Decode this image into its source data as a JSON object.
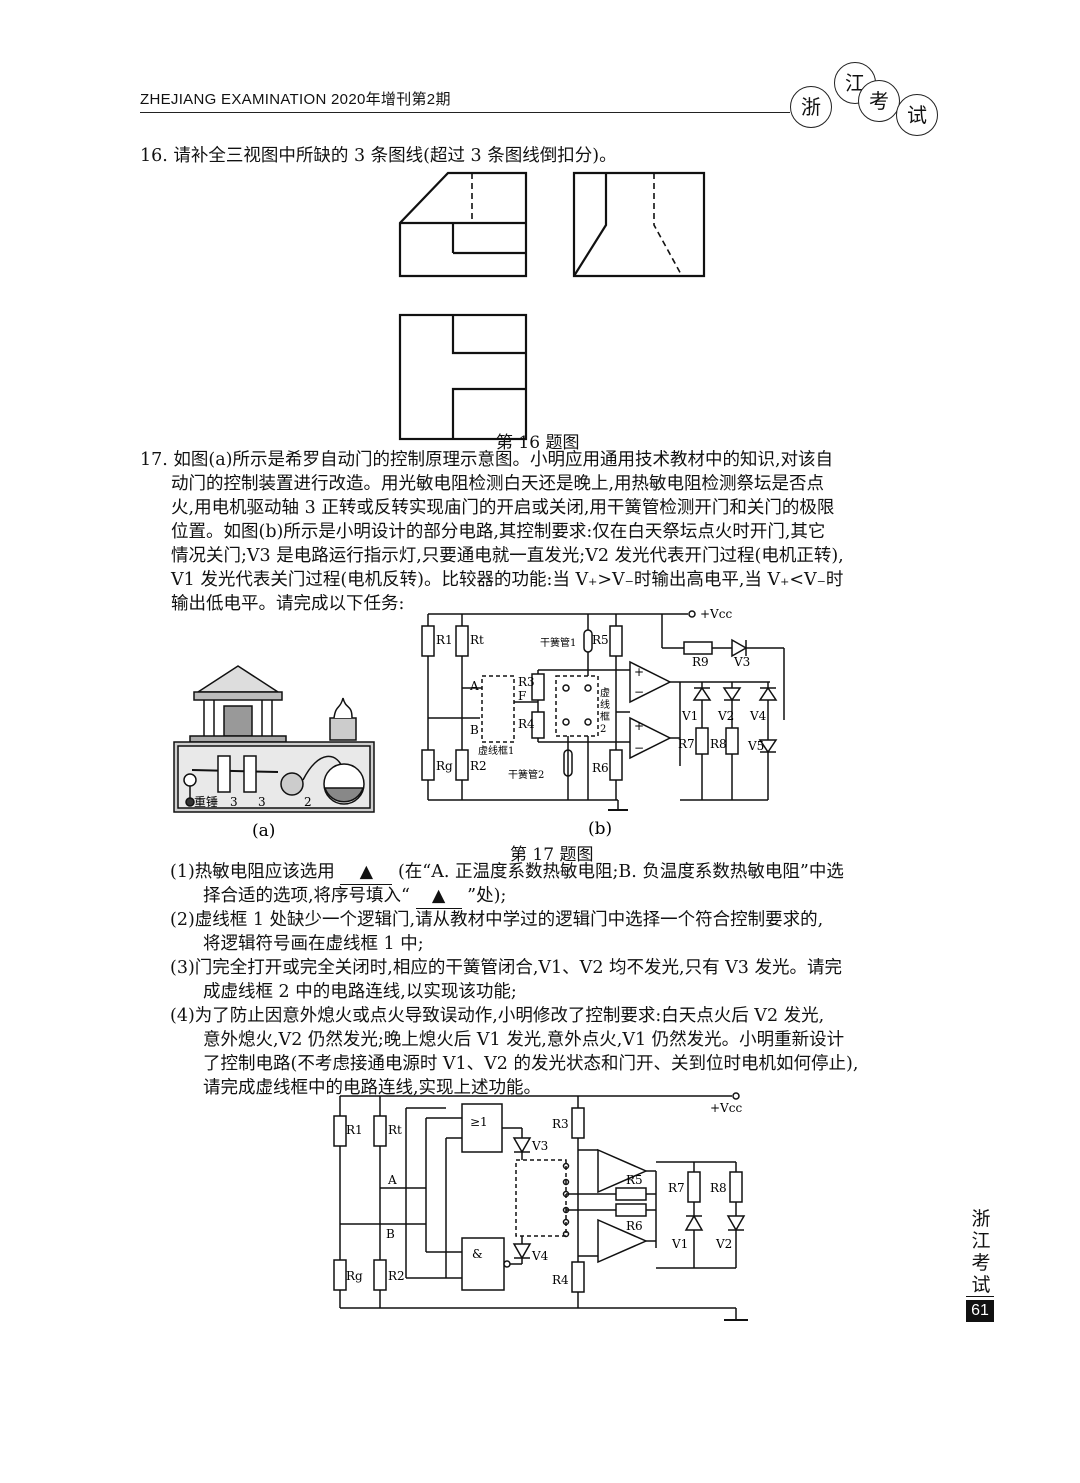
{
  "header": {
    "journal": "ZHEJIANG EXAMINATION 2020年增刊第2期",
    "seal": [
      "浙",
      "江",
      "考",
      "试"
    ]
  },
  "q16": {
    "stem": "16. 请补全三视图中所缺的 3 条图线(超过 3 条图线倒扣分)。",
    "caption": "第 16 题图"
  },
  "q17": {
    "stem": [
      "17. 如图(a)所示是希罗自动门的控制原理示意图。小明应用通用技术教材中的知识,对该自",
      "动门的控制装置进行改造。用光敏电阻检测白天还是晚上,用热敏电阻检测祭坛是否点",
      "火,用电机驱动轴 3 正转或反转实现庙门的开启或关闭,用干簧管检测开门和关门的极限",
      "位置。如图(b)所示是小明设计的部分电路,其控制要求:仅在白天祭坛点火时开门,其它",
      "情况关门;V3 是电路运行指示灯,只要通电就一直发光;V2 发光代表开门过程(电机正转),",
      "V1 发光代表关门过程(电机反转)。比较器的功能:当 V₊>V₋时输出高电平,当 V₊<V₋时",
      "输出低电平。请完成以下任务:"
    ],
    "fig_a": {
      "label": "(a)",
      "weight": "重锤",
      "n3a": "3",
      "n3b": "3",
      "n2": "2"
    },
    "fig_b": {
      "label": "(b)",
      "vcc": "+Vcc",
      "R1": "R1",
      "Rt": "Rt",
      "Rg": "Rg",
      "R2": "R2",
      "A": "A",
      "B": "B",
      "F": "F",
      "R3": "R3",
      "R4": "R4",
      "R5": "R5",
      "R6": "R6",
      "R7": "R7",
      "R8": "R8",
      "R9": "R9",
      "V1": "V1",
      "V2": "V2",
      "V3": "V3",
      "V4": "V4",
      "V5": "V5",
      "reed1": "干簧管1",
      "reed2": "干簧管2",
      "box1": "虚线框1",
      "box2a": "虚",
      "box2b": "线",
      "box2c": "框",
      "box2d": "2",
      "plus": "+",
      "minus": "−"
    },
    "caption": "第 17 题图",
    "tasks": [
      "(1)热敏电阻应该选用",
      "▲",
      "(在“A. 正温度系数热敏电阻;B. 负温度系数热敏电阻”中选",
      "择合适的选项,将序号填入“",
      "”处);",
      "(2)虚线框 1 处缺少一个逻辑门,请从教材中学过的逻辑门中选择一个符合控制要求的,",
      "将逻辑符号画在虚线框 1 中;",
      "(3)门完全打开或完全关闭时,相应的干簧管闭合,V1、V2 均不发光,只有 V3 发光。请完",
      "成虚线框 2 中的电路连线,以实现该功能;",
      "(4)为了防止因意外熄火或点火导致误动作,小明修改了控制要求:白天点火后 V2 发光,",
      "意外熄火,V2 仍然发光;晚上熄火后 V1 发光,意外点火,V1 仍然发光。小明重新设计",
      "了控制电路(不考虑接通电源时 V1、V2 的发光状态和门开、关到位时电机如何停止),",
      "请完成虚线框中的电路连线,实现上述功能。"
    ],
    "fig_c": {
      "vcc": "+Vcc",
      "R1": "R1",
      "Rt": "Rt",
      "A": "A",
      "B": "B",
      "Rg": "Rg",
      "R2": "R2",
      "or": "≥1",
      "and": "&",
      "V3": "V3",
      "V4": "V4",
      "R3": "R3",
      "R4": "R4",
      "R5": "R5",
      "R6": "R6",
      "R7": "R7",
      "R8": "R8",
      "V1": "V1",
      "V2": "V2"
    }
  },
  "side": {
    "text": "浙江考试",
    "page": "61"
  }
}
